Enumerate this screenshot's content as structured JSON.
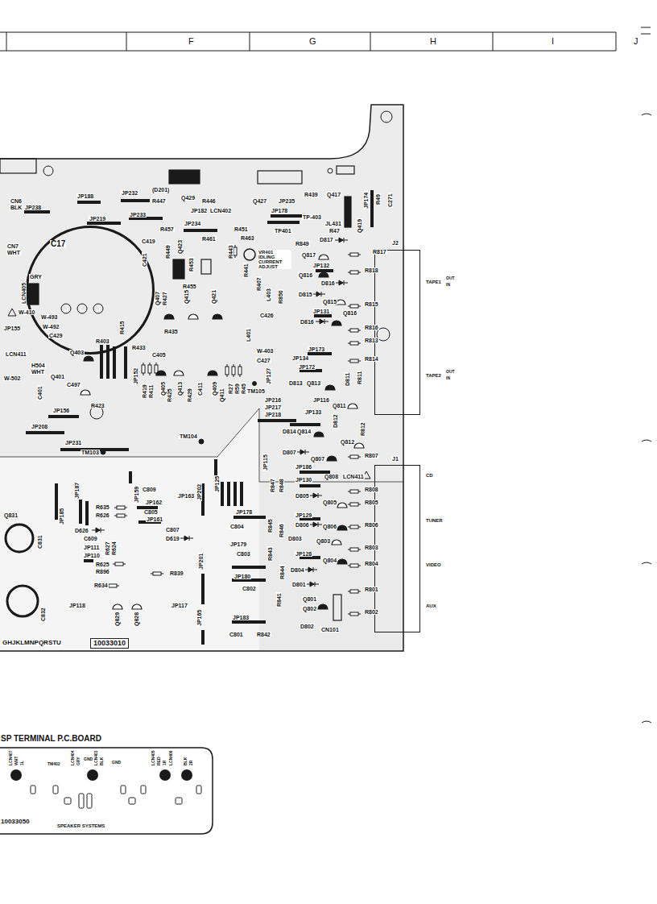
{
  "diagram": {
    "nodes": [
      {
        "text": [
          "GHJKLMNPQRSTU",
          "10033010"
        ]
      },
      {
        "text": [
          "C17"
        ],
        "in": 0
      },
      {
        "text": [
          "J2"
        ]
      },
      {
        "text": [
          "J1"
        ]
      },
      {
        "text": [
          "SP TERMINAL P.C.BOARD",
          "10033050",
          "SPEAKER SYSTEMS"
        ]
      }
    ],
    "labels": [
      "F",
      "G",
      "H",
      "I",
      "J",
      "JP188",
      "JP232",
      "(D201)",
      "R447",
      "Q429",
      "R446",
      "JP182",
      "LCN402",
      "Q427",
      "JP235",
      "R439",
      "Q417",
      "JP174",
      "R49",
      "C271",
      "JP238",
      "JP219",
      "JP233",
      "JP234",
      "JP178",
      "TP-403",
      "JL431",
      "Q419",
      "R457",
      "R451",
      "TP401",
      "R47",
      "C419",
      "R461",
      "R463",
      "R443",
      "C421",
      "R449",
      "Q423",
      "R453",
      "R455",
      "R849",
      "D817",
      "R817",
      "Q817",
      "VR401 IDLING CURRENT ADJUST",
      "R441",
      "R407",
      "L403",
      "JP132",
      "R818",
      "Q816",
      "D816",
      "R850",
      "D815",
      "Q815",
      "R815",
      "JP131",
      "Q816",
      "D816",
      "R816",
      "R813",
      "JP173",
      "JP134",
      "R814",
      "C426",
      "W-403",
      "C427",
      "L401",
      "Q407",
      "R427",
      "Q415",
      "Q421",
      "R435",
      "R415",
      "R433",
      "C405",
      "R403",
      "Q403",
      "Q401",
      "C497",
      "C401",
      "R423",
      "JP156",
      "JP208",
      "JP231",
      "TM103",
      "TM104",
      "JP152",
      "R419",
      "R411",
      "Q405",
      "R425",
      "Q413",
      "R429",
      "C411",
      "Q409",
      "Q411",
      "R27",
      "R59",
      "R45",
      "JP127",
      "TM105",
      "CN6",
      "BLK",
      "CN7",
      "WHT",
      "GRY",
      "LCN405",
      "W-410",
      "W-493",
      "W-492",
      "C429",
      "JP155",
      "LCN411",
      "H504",
      "WHT",
      "W-502",
      "D813",
      "Q813",
      "JP172",
      "D811",
      "R811",
      "JP216",
      "JP217",
      "JP218",
      "JP116",
      "JP133",
      "Q811",
      "D812",
      "R812",
      "Q812",
      "D814",
      "Q814",
      "JP115",
      "D807",
      "Q807",
      "R807",
      "JP186",
      "LCN411",
      "R847",
      "R848",
      "JP130",
      "Q808",
      "R808",
      "D805",
      "Q805",
      "R805",
      "JP129",
      "R845",
      "R846",
      "D806",
      "Q806",
      "R806",
      "D803",
      "Q803",
      "R803",
      "R843",
      "JP128",
      "Q804",
      "R804",
      "D804",
      "R844",
      "D801",
      "R841",
      "Q801",
      "Q802",
      "D802",
      "CN101",
      "R801",
      "R802",
      "JP125",
      "JP202",
      "JP165",
      "JP201",
      "JP178",
      "C804",
      "JP179",
      "C803",
      "JP180",
      "C802",
      "JP183",
      "C801",
      "R842",
      "JP159",
      "C809",
      "JP163",
      "JP162",
      "C805",
      "JP161",
      "C807",
      "D619",
      "JP187",
      "JP185",
      "R635",
      "R626",
      "D626",
      "C609",
      "R627",
      "R624",
      "JP111",
      "JP110",
      "R625",
      "R896",
      "R634",
      "R839",
      "JP118",
      "JP117",
      "Q829",
      "Q828",
      "Q831",
      "C831",
      "C832",
      "TAPE1",
      "OUT",
      "IN",
      "TAPE2",
      "OUT",
      "IN",
      "CD",
      "TUNER",
      "VIDEO",
      "AUX",
      "LCN407",
      "WHT",
      "1L",
      "TM402",
      "LCN404",
      "GRY",
      "GND",
      "LCN403",
      "BLK",
      "GND",
      "LCN405",
      "RED",
      "1R",
      "LCN406",
      "BLK",
      "2R"
    ]
  }
}
